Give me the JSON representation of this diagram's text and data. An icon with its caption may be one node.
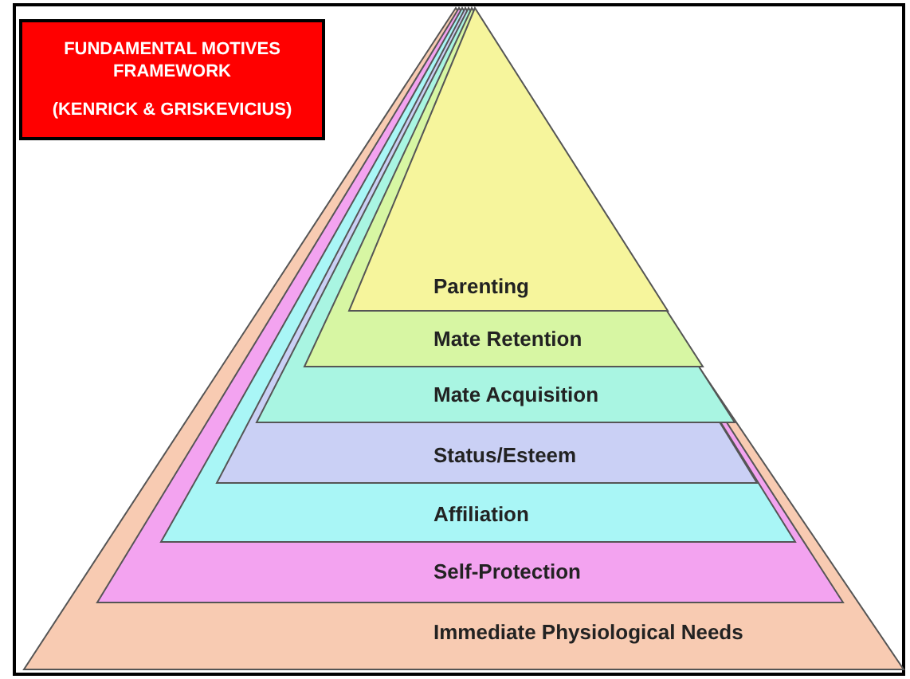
{
  "diagram": {
    "nodes": [
      {
        "text": [
          "FUNDAMENTAL MOTIVES FRAMEWORK",
          "(KENRICK & GRISKEVICIUS)"
        ]
      },
      {
        "text": [
          "Immediate Physiological Needs"
        ]
      },
      {
        "text": [
          "Self-Protection"
        ],
        "in": 1
      },
      {
        "text": [
          "Affiliation"
        ],
        "in": 2
      },
      {
        "text": [
          "Status/Esteem"
        ],
        "in": 3
      },
      {
        "text": [
          "Mate Acquisition"
        ],
        "in": 4
      },
      {
        "text": [
          "Mate Retention"
        ],
        "in": 5
      },
      {
        "text": [
          "Parenting"
        ],
        "in": 6
      }
    ]
  }
}
